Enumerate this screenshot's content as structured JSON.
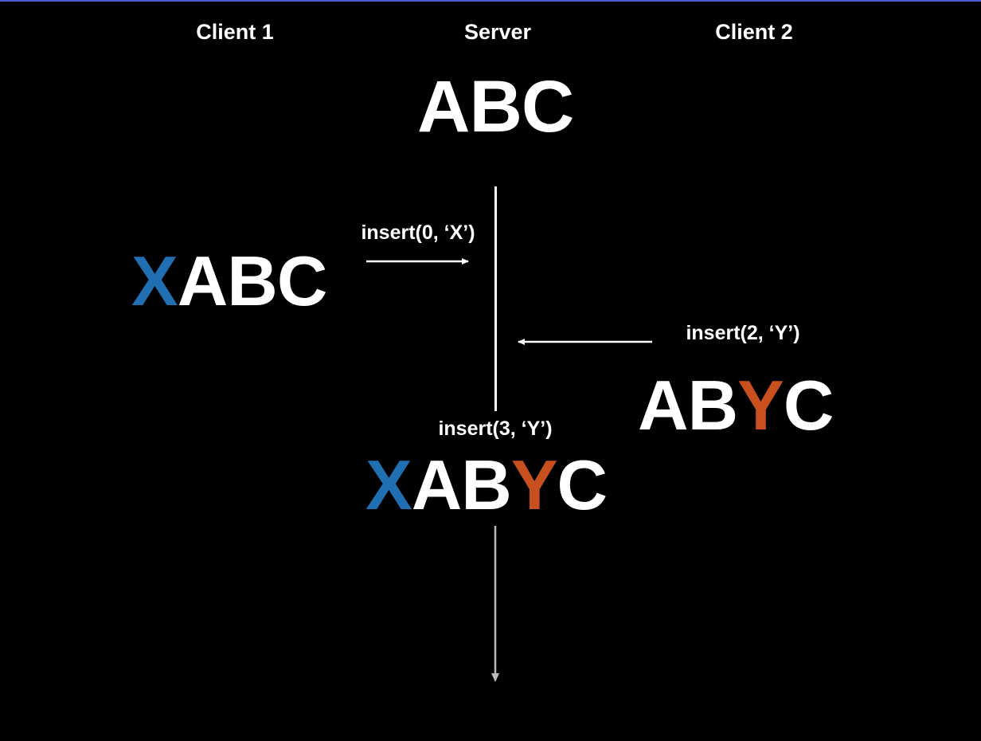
{
  "headers": {
    "client1": "Client 1",
    "server": "Server",
    "client2": "Client 2"
  },
  "server_initial": {
    "chars": [
      {
        "c": "A",
        "role": "base"
      },
      {
        "c": "B",
        "role": "base"
      },
      {
        "c": "C",
        "role": "base"
      }
    ]
  },
  "client1_doc": {
    "chars": [
      {
        "c": "X",
        "role": "client1"
      },
      {
        "c": "A",
        "role": "base"
      },
      {
        "c": "B",
        "role": "base"
      },
      {
        "c": "C",
        "role": "base"
      }
    ]
  },
  "client2_doc": {
    "chars": [
      {
        "c": "A",
        "role": "base"
      },
      {
        "c": "B",
        "role": "base"
      },
      {
        "c": "Y",
        "role": "client2"
      },
      {
        "c": "C",
        "role": "base"
      }
    ]
  },
  "server_final": {
    "chars": [
      {
        "c": "X",
        "role": "client1"
      },
      {
        "c": "A",
        "role": "base"
      },
      {
        "c": "B",
        "role": "base"
      },
      {
        "c": "Y",
        "role": "client2"
      },
      {
        "c": "C",
        "role": "base"
      }
    ]
  },
  "operations": {
    "client1_op": "insert(0, ‘X’)",
    "client2_op": "insert(2, ‘Y’)",
    "transformed_op": "insert(3, ‘Y’)"
  },
  "colors": {
    "background": "#000000",
    "base": "#ffffff",
    "client1": "#1f6fb2",
    "client2": "#c8501e",
    "arrow": "#ffffff",
    "timeline_tail": "#bbbbbb"
  }
}
